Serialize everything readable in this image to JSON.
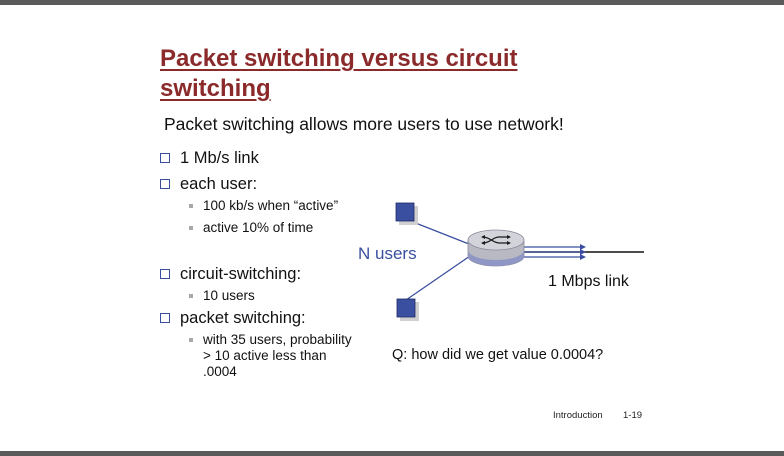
{
  "slide": {
    "title": "Packet switching versus circuit switching",
    "subtitle": "Packet switching allows more users to use network!",
    "bullets": [
      {
        "text": "1 Mb/s link",
        "sub": []
      },
      {
        "text": "each user:",
        "sub": [
          "100 kb/s when “active”",
          "active 10% of time"
        ]
      },
      {
        "text": "circuit-switching:",
        "sub": [
          "10 users"
        ]
      },
      {
        "text": "packet switching:",
        "sub": [
          "with 35 users, probability > 10 active less than .0004"
        ]
      }
    ],
    "diagram": {
      "users_label": "N users",
      "link_label": "1 Mbps link"
    },
    "question": "Q: how did we get value 0.0004?",
    "footer": {
      "section": "Introduction",
      "page": "1-19"
    },
    "colors": {
      "title": "#8b2a2a",
      "accent_blue": "#3b4fa0",
      "router_fill": "#b9b9c4",
      "router_band": "#8f97c4"
    },
    "icons": {
      "bullet": "square-bullet-icon",
      "router": "router-icon",
      "host": "host-square-icon"
    }
  }
}
